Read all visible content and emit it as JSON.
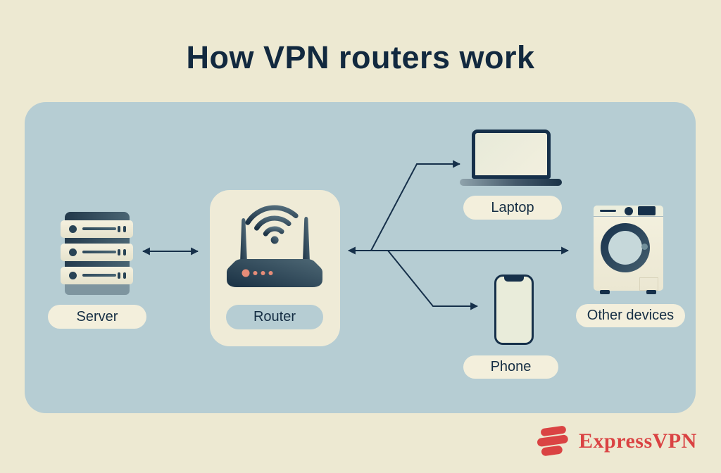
{
  "title": "How VPN routers work",
  "nodes": {
    "server": {
      "label": "Server"
    },
    "router": {
      "label": "Router"
    },
    "laptop": {
      "label": "Laptop"
    },
    "phone": {
      "label": "Phone"
    },
    "other_devices": {
      "label": "Other devices"
    }
  },
  "connections": [
    {
      "from": "server",
      "to": "router",
      "bidirectional": true
    },
    {
      "from": "router",
      "to": "other_devices",
      "bidirectional": true
    },
    {
      "from": "router",
      "to": "laptop",
      "bidirectional": false
    },
    {
      "from": "router",
      "to": "phone",
      "bidirectional": false
    }
  ],
  "footer": {
    "brand": "ExpressVPN"
  },
  "icons": [
    "server-icon",
    "router-icon",
    "wifi-icon",
    "laptop-icon",
    "phone-icon",
    "washing-machine-icon",
    "expressvpn-logo-icon"
  ],
  "colors": {
    "background": "#EDE9D2",
    "panel_blue": "#B6CDD3",
    "ink_navy": "#16304A",
    "pill_cream": "#F3EFDC",
    "card_cream": "#EFEBD7",
    "accent_salmon": "#E68C78",
    "brand_red": "#DA4343",
    "drum_glass": "#C6D8DA"
  }
}
